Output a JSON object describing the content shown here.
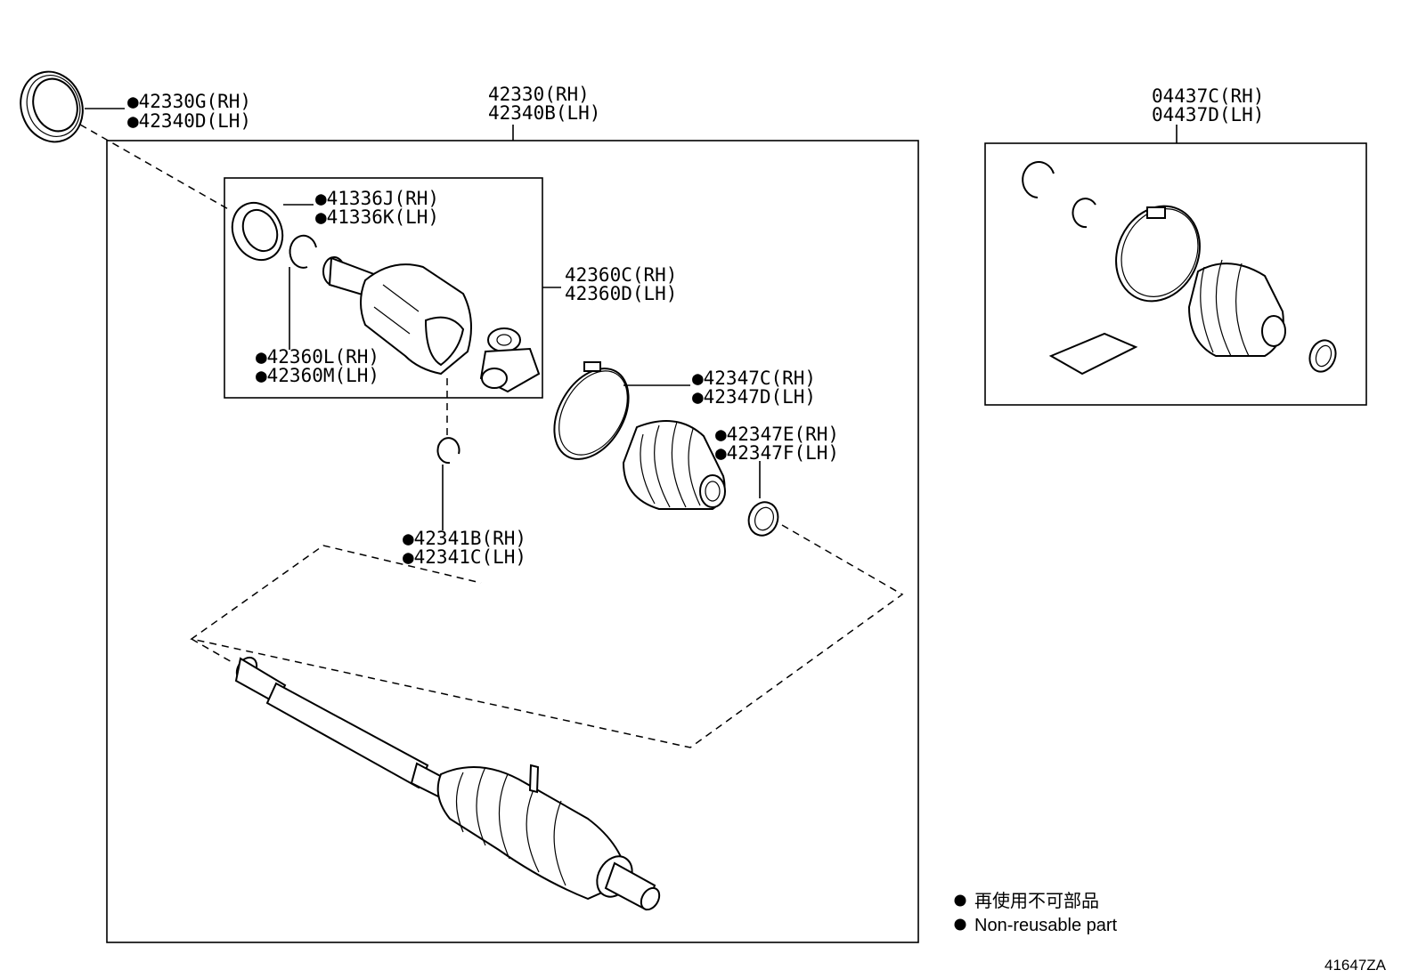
{
  "labels": {
    "oil_seal": [
      "●42330G(RH)",
      "●42340D(LH)"
    ],
    "shaft_assy": [
      "42330(RH)",
      "42340B(LH)"
    ],
    "boot_kit": [
      "04437C(RH)",
      "04437D(LH)"
    ],
    "dust_seal": [
      "●41336J(RH)",
      "●41336K(LH)"
    ],
    "inboard_joint": [
      "42360C(RH)",
      "42360D(LH)"
    ],
    "snap_ring_inner": [
      "●42360L(RH)",
      "●42360M(LH)"
    ],
    "boot_clamp_large": [
      "●42347C(RH)",
      "●42347D(LH)"
    ],
    "boot_clamp_small": [
      "●42347E(RH)",
      "●42347F(LH)"
    ],
    "snap_ring_shaft": [
      "●42341B(RH)",
      "●42341C(LH)"
    ]
  },
  "legend": {
    "japanese": "再使用不可部品",
    "english": "Non-reusable part"
  },
  "illustration_code": "41647ZA"
}
